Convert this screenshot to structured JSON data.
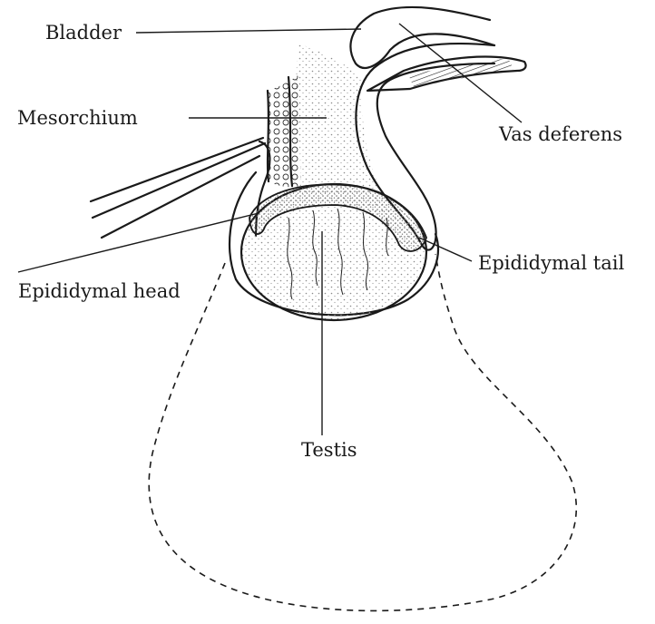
{
  "labels": {
    "bladder": "Bladder",
    "mesorchium": "Mesorchium",
    "vas_deferens": "Vas deferens",
    "epididymal_tail": "Epididymal tail",
    "epididymal_head": "Epididymal head",
    "testis": "Testis"
  },
  "colors": {
    "ink": "#1a1a1a",
    "background": "#ffffff",
    "stipple": "#9a9a9a"
  }
}
